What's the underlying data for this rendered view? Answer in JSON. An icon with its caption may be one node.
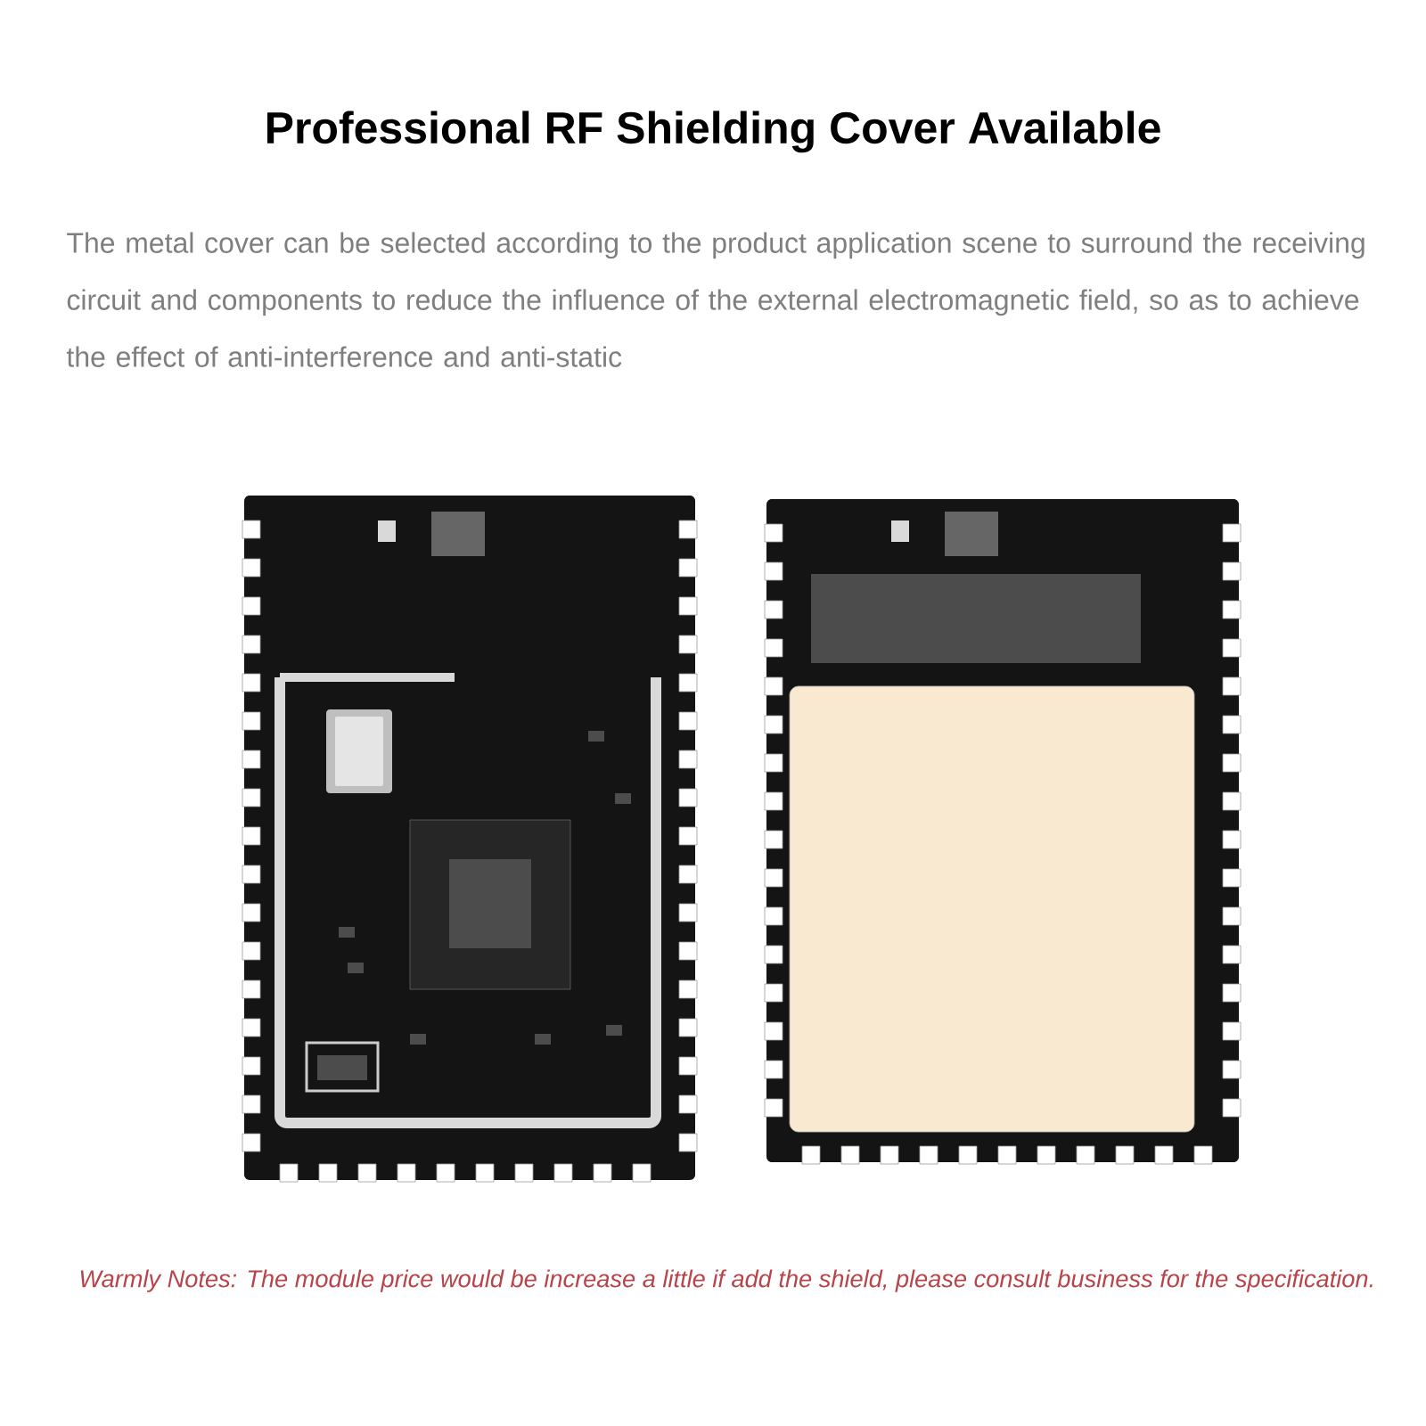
{
  "diagram": {
    "title": "Professional RF Shielding Cover Available",
    "labels": [
      "The metal cover can be selected according to the product application scene to surround the receiving circuit and components to reduce the influence of the external electromagnetic field, so as to achieve the effect of anti-interference and anti-static",
      "Warmly Notes: The module price would be increase a little if add the shield, please consult business for the specification."
    ]
  }
}
